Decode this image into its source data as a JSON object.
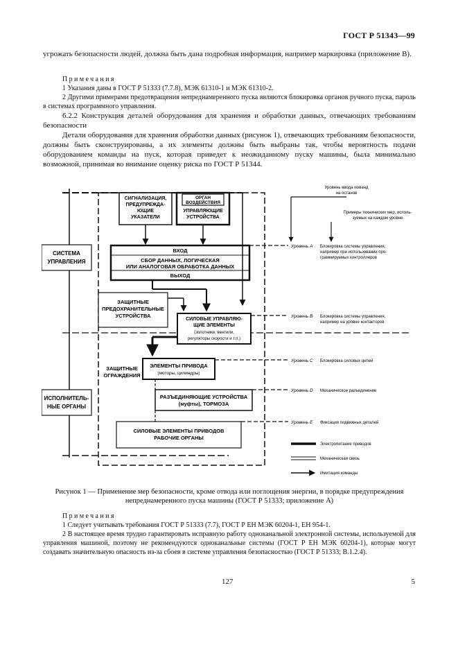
{
  "header": {
    "code": "ГОСТ Р 51343—99"
  },
  "intro": {
    "p1": "угрожать безопасности людей, должна быть дана подробная информация, например маркировка (приложение В)."
  },
  "notes1": {
    "title": "Примечания",
    "n1": "1 Указания даны в ГОСТ Р 51333 (7.7.8), МЭК 61310-1 и МЭК 61310-2.",
    "n2": "2 Другими примерами предотвращения непреднамеренного пуска являются блокировка органов ручного пуска, пароль в системах программного управления."
  },
  "section": {
    "heading": "6.2.2 Конструкция деталей оборудования для хранения и обработки данных, отвечающих требованиям безопасности",
    "para": "Детали оборудования для хранения обработки данных (рисунок 1), отвечающих требованиям безопасности, должны быть сконструированы, а их элементы должны быть выбраны так, чтобы вероятность подачи оборудованием команды на пуск, которая приведет к неожиданному пуску машины, была минимально возможной, принимая во внимание оценку риска по ГОСТ Р 51344."
  },
  "figure": {
    "signal_box": [
      "СИГНАЛИЗАЦИЯ,",
      "ПРЕДУПРЕЖДА-",
      "ЮЩИЕ",
      "УКАЗАТЕЛИ"
    ],
    "organ_box": [
      "ОРГАН",
      "ВОЗДЕЙСТВИЯ"
    ],
    "control_box": [
      "УПРАВЛЯЮЩИЕ",
      "УСТРОЙСТВА"
    ],
    "input_label": "ВХОД",
    "processing": [
      "СБОР ДАННЫХ, ЛОГИЧЕСКАЯ",
      "ИЛИ АНАЛОГОВАЯ ОБРАБОТКА ДАННЫХ"
    ],
    "output_label": "ВЫХОД",
    "protective_devices": [
      "ЗАЩИТНЫЕ",
      "ПРЕДОХРАНИТЕЛЬНЫЕ",
      "УСТРОЙСТВА"
    ],
    "power_control": [
      "СИЛОВЫЕ УПРАВЛЯЮ-",
      "ЩИЕ ЭЛЕМЕНТЫ",
      "(золотники, вентили,",
      "регуляторы скорости и т.п.)"
    ],
    "guards": [
      "ЗАЩИТНЫЕ",
      "ОГРАЖДЕНИЯ"
    ],
    "drive_elements": [
      "ЭЛЕМЕНТЫ ПРИВОДА",
      "(моторы, цилиндры)"
    ],
    "disconnect": [
      "РАЗЪЕДИНЯЮЩИЕ УСТРОЙСТВА",
      "(муфты), ТОРМОЗА"
    ],
    "power_drive": [
      "СИЛОВЫЕ ЭЛЕМЕНТЫ ПРИВОДОВ",
      "РАБОЧИЕ ОРГАНЫ"
    ],
    "control_system": [
      "СИСТЕМА",
      "УПРАВЛЕНИЯ"
    ],
    "actuators": [
      "ИСПОЛНИТЕЛЬ-",
      "НЫЕ ОРГАНЫ"
    ],
    "cmd_input": [
      "Уровень ввода команд",
      "на останов"
    ],
    "examples": [
      "Примеры технических мер, исполь-",
      "зуемых на каждом уровне"
    ],
    "levels": [
      {
        "label": "Уровень А",
        "desc": [
          "Блокировка системы управления,",
          "например при использовании про-",
          "граммируемых контроллеров"
        ]
      },
      {
        "label": "Уровень В",
        "desc": [
          "Блокировка системы управления,",
          "например на уровне контакторов"
        ]
      },
      {
        "label": "Уровень С",
        "desc": [
          "Блокировка силовых цепей"
        ]
      },
      {
        "label": "Уровень D",
        "desc": [
          "Механическое разъединение"
        ]
      },
      {
        "label": "Уровень Е",
        "desc": [
          "Фиксация подвижных деталей"
        ]
      }
    ],
    "legend": [
      {
        "label": "Электропитание приводов"
      },
      {
        "label": "Механическая связь"
      },
      {
        "label": "Имитация команды"
      }
    ]
  },
  "caption": {
    "text": "Рисунок 1 — Применение мер безопасности, кроме отвода или поглощения энергии, в порядке предупреждения непреднамеренного пуска машины (ГОСТ Р 51333; приложение А)"
  },
  "notes2": {
    "title": "Примечания",
    "n1": "1 Следует учитывать требования ГОСТ Р 51333 (7.7), ГОСТ Р ЕН МЭК 60204-1, ЕН 954-1.",
    "n2": "2 В настоящее время трудно гарантировать исправную работу одноканальной электронной системы, используемой для управления машиной, поэтому не рекомендуются одноканальные системы (ГОСТ Р ЕН МЭК 60204-1), которые могут создавать значительную опасность из-за сбоев в системе управления безопасностью (ГОСТ Р 51333; В.1.2.4)."
  },
  "footer": {
    "center_page": "127",
    "right_page": "5"
  }
}
